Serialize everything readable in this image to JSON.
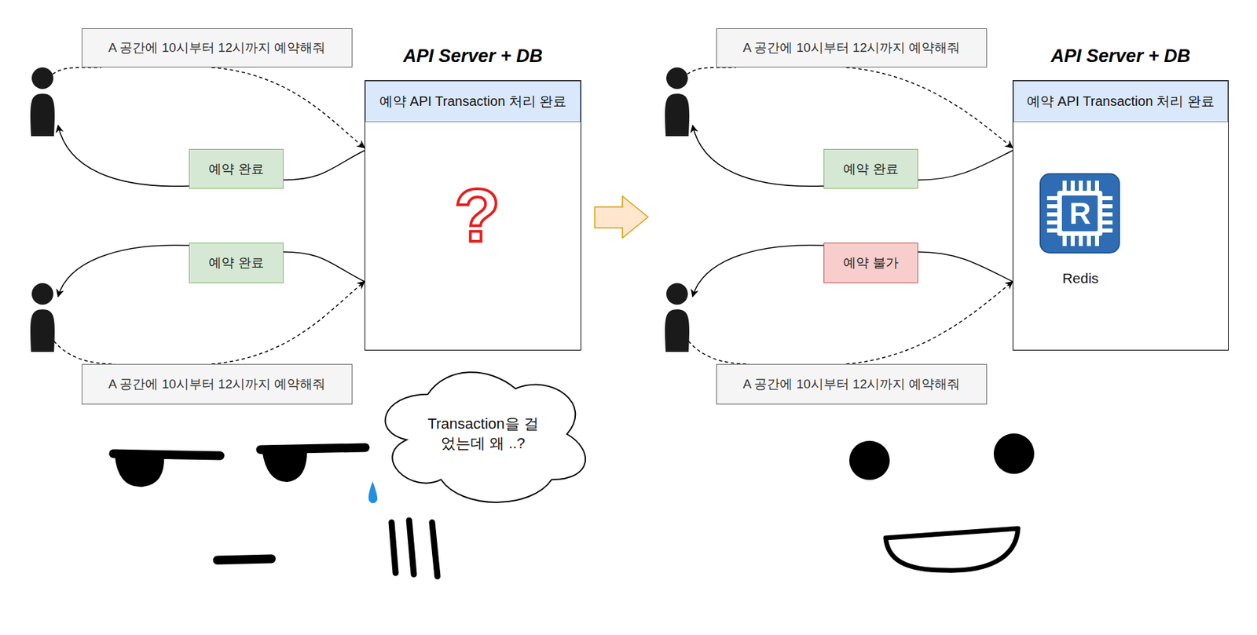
{
  "diagram": {
    "nodes": [
      {
        "text": [
          "A 공간에 10시부터 12시까지 예약해줘"
        ]
      },
      {
        "text": [
          "API Server + DB"
        ]
      },
      {
        "text": [
          "예약 API Transaction 처리 완료"
        ],
        "in": 1
      },
      {
        "text": [
          "예약 완료"
        ]
      },
      {
        "text": [
          "예약 완료"
        ]
      },
      {
        "text": [
          "A 공간에 10시부터 12시까지 예약해줘"
        ]
      },
      {
        "text": [
          "Transaction을 걸었는데 왜 ..?"
        ]
      },
      {
        "text": [
          "A 공간에 10시부터 12시까지 예약해줘"
        ]
      },
      {
        "text": [
          "API Server + DB"
        ]
      },
      {
        "text": [
          "예약 API Transaction 처리 완료"
        ],
        "in": 8
      },
      {
        "text": [
          "Redis"
        ],
        "in": 8
      },
      {
        "text": [
          "예약 완료"
        ]
      },
      {
        "text": [
          "예약 불가"
        ]
      },
      {
        "text": [
          "A 공간에 10시부터 12시까지 예약해줘"
        ]
      }
    ],
    "edges": [
      {
        "from": 0,
        "to": 1,
        "arrow": "to"
      },
      {
        "from": 1,
        "to": 3,
        "arrow": "none"
      },
      {
        "from": 1,
        "to": 4,
        "arrow": "none"
      },
      {
        "from": 5,
        "to": 1,
        "arrow": "to"
      },
      {
        "from": 7,
        "to": 8,
        "arrow": "to"
      },
      {
        "from": 8,
        "to": 11,
        "arrow": "none"
      },
      {
        "from": 8,
        "to": 12,
        "arrow": "none"
      },
      {
        "from": 13,
        "to": 8,
        "arrow": "to"
      }
    ],
    "labels": [
      "?",
      "R"
    ]
  }
}
